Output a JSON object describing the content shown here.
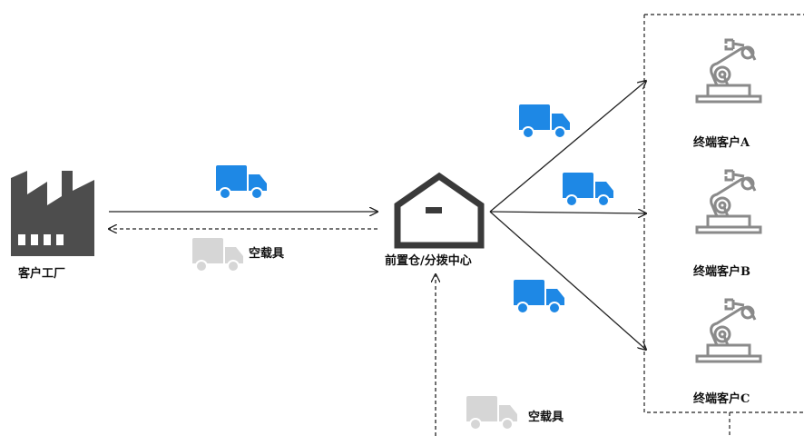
{
  "factory": {
    "label": "客户工厂",
    "icon": "factory-icon"
  },
  "hub": {
    "label": "前置仓/分拨中心",
    "icon": "warehouse-icon"
  },
  "empty_carrier_top": {
    "label": "空载具",
    "icon": "truck-icon"
  },
  "empty_carrier_bottom": {
    "label": "空载具",
    "icon": "truck-icon"
  },
  "customers": [
    {
      "label": "终端客户A",
      "icon": "robot-arm-icon"
    },
    {
      "label": "终端客户B",
      "icon": "robot-arm-icon"
    },
    {
      "label": "终端客户C",
      "icon": "robot-arm-icon"
    }
  ],
  "colors": {
    "truck": "#1e88e5",
    "empty_truck": "#d6d6d6",
    "factory": "#4d4d4d",
    "line": "#222222"
  }
}
